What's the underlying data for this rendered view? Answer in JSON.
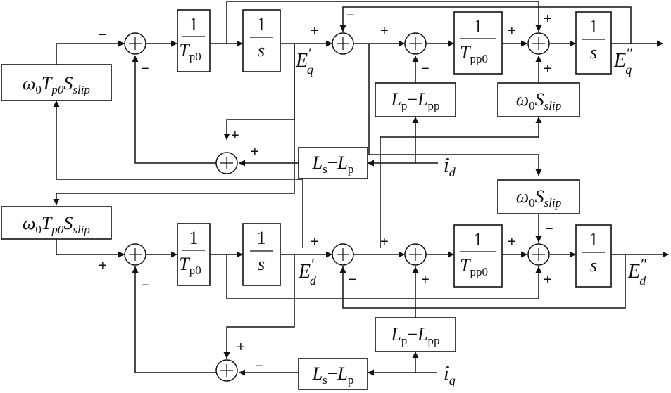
{
  "blocks": {
    "w0tp0s_top": "ω0Tp0Sslip",
    "w0tp0s_bot": "ω0Tp0Sslip",
    "gain_tp0_num": "1",
    "gain_tp0_den": "Tp0",
    "integrator_num": "1",
    "integrator_den": "s",
    "gain_tpp0_num": "1",
    "gain_tpp0_den": "Tpp0",
    "lp_lpp": "Lp−Lpp",
    "ls_lp": "Ls−Lp",
    "w0s": "ω0Sslip"
  },
  "signals": {
    "eq_prime": "E′q",
    "ed_prime": "E′d",
    "eq_dprime": "E″q",
    "ed_dprime": "E″d",
    "id": "id",
    "iq": "iq"
  },
  "signs": {
    "plus": "+",
    "minus": "−"
  },
  "colors": {
    "line": "#111111",
    "background": "#ffffff"
  }
}
